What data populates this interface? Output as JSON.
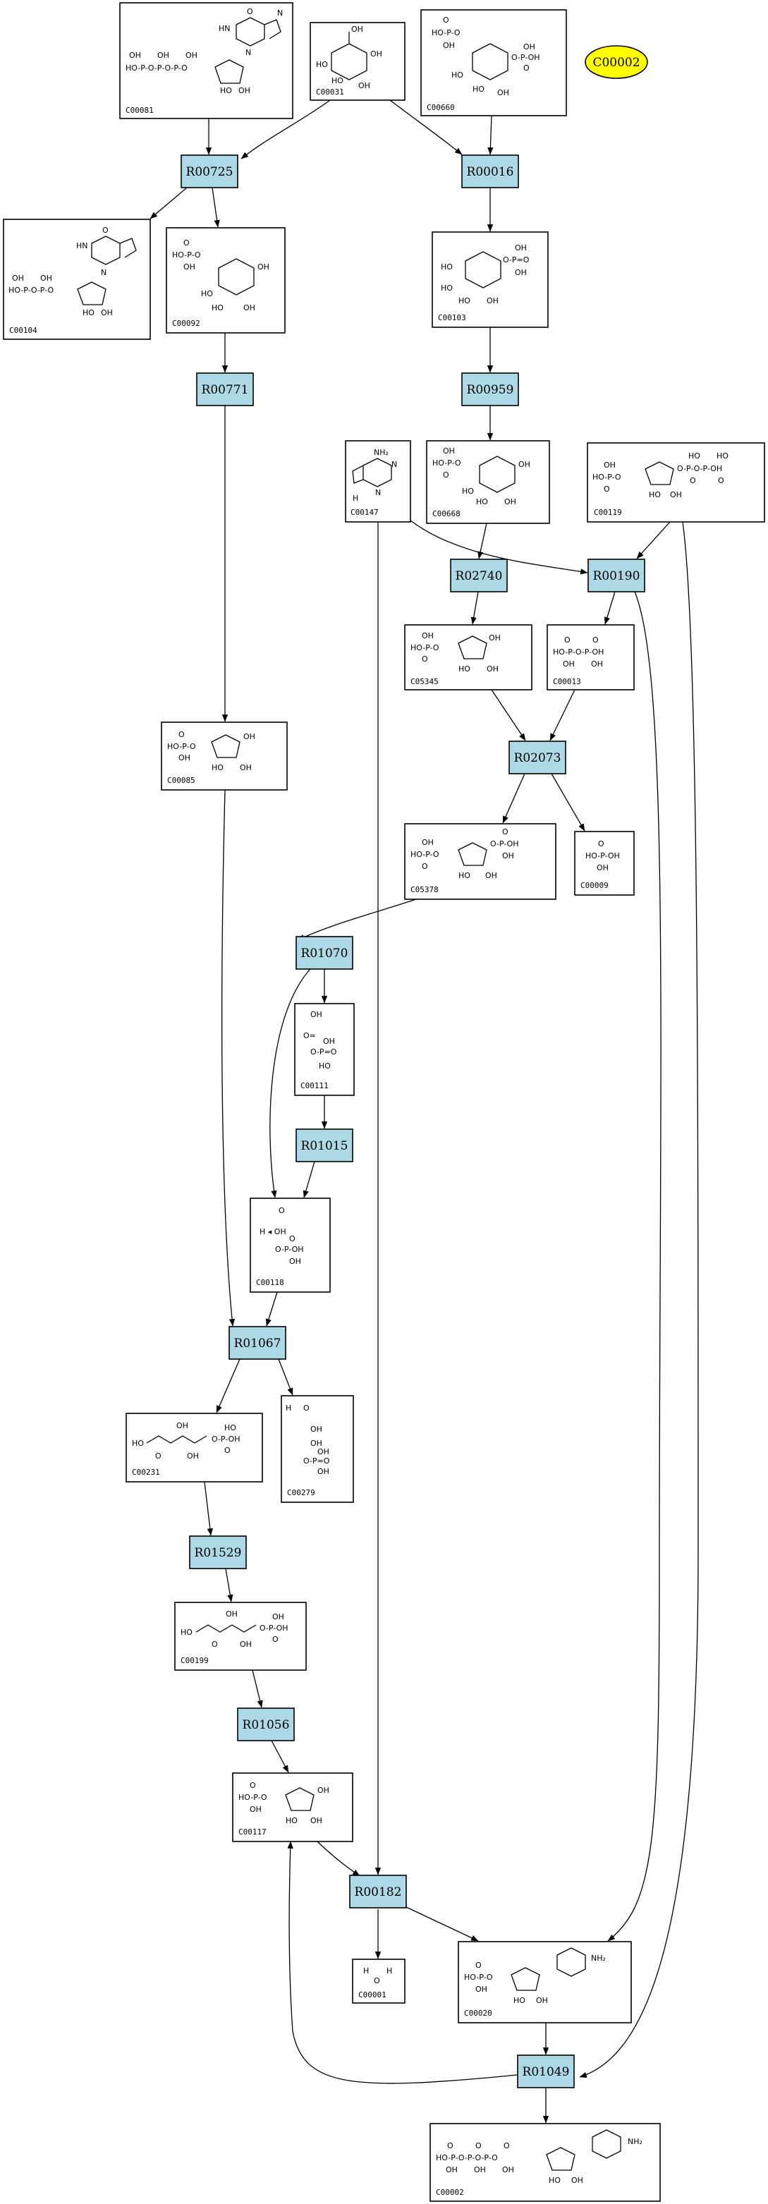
{
  "diagram": {
    "highlight": {
      "id": "C00002",
      "color": "#ffff00"
    },
    "reaction_color": "#add8e6",
    "reactions": [
      "R00725",
      "R00016",
      "R00771",
      "R00959",
      "R02740",
      "R00190",
      "R02073",
      "R01070",
      "R01015",
      "R01067",
      "R01529",
      "R01056",
      "R00182",
      "R01049"
    ],
    "compounds": [
      "C00081",
      "C00031",
      "C00660",
      "C00104",
      "C00092",
      "C00103",
      "C00147",
      "C00668",
      "C00119",
      "C05345",
      "C00013",
      "C00085",
      "C05378",
      "C00009",
      "C00111",
      "C00118",
      "C00231",
      "C00279",
      "C00199",
      "C00117",
      "C00001",
      "C00020",
      "C00002"
    ],
    "edges": [
      [
        "C00081",
        "R00725"
      ],
      [
        "C00031",
        "R00725"
      ],
      [
        "C00031",
        "R00016"
      ],
      [
        "C00660",
        "R00016"
      ],
      [
        "R00725",
        "C00104"
      ],
      [
        "R00725",
        "C00092"
      ],
      [
        "C00092",
        "R00771"
      ],
      [
        "R00016",
        "C00103"
      ],
      [
        "C00103",
        "R00959"
      ],
      [
        "R00959",
        "C00668"
      ],
      [
        "C00668",
        "R02740"
      ],
      [
        "C00147",
        "R00190"
      ],
      [
        "C00119",
        "R00190"
      ],
      [
        "R02740",
        "C05345"
      ],
      [
        "R00190",
        "C00013"
      ],
      [
        "C05345",
        "R02073"
      ],
      [
        "C00013",
        "R02073"
      ],
      [
        "R00771",
        "C00085"
      ],
      [
        "R02073",
        "C05378"
      ],
      [
        "R02073",
        "C00009"
      ],
      [
        "C05378",
        "R01070"
      ],
      [
        "R01070",
        "C00111"
      ],
      [
        "C00111",
        "R01015"
      ],
      [
        "R01015",
        "C00118"
      ],
      [
        "R01070",
        "C00118"
      ],
      [
        "C00085",
        "R01067"
      ],
      [
        "C00118",
        "R01067"
      ],
      [
        "R01067",
        "C00231"
      ],
      [
        "R01067",
        "C00279"
      ],
      [
        "C00231",
        "R01529"
      ],
      [
        "R01529",
        "C00199"
      ],
      [
        "C00199",
        "R01056"
      ],
      [
        "R01056",
        "C00117"
      ],
      [
        "C00117",
        "R00182"
      ],
      [
        "C00147",
        "R00182"
      ],
      [
        "R00182",
        "C00001"
      ],
      [
        "R00182",
        "C00020"
      ],
      [
        "R00190",
        "C00020"
      ],
      [
        "C00020",
        "R01049"
      ],
      [
        "C00119",
        "R01049"
      ],
      [
        "R01049",
        "C00117"
      ],
      [
        "R01049",
        "C00002"
      ]
    ]
  }
}
